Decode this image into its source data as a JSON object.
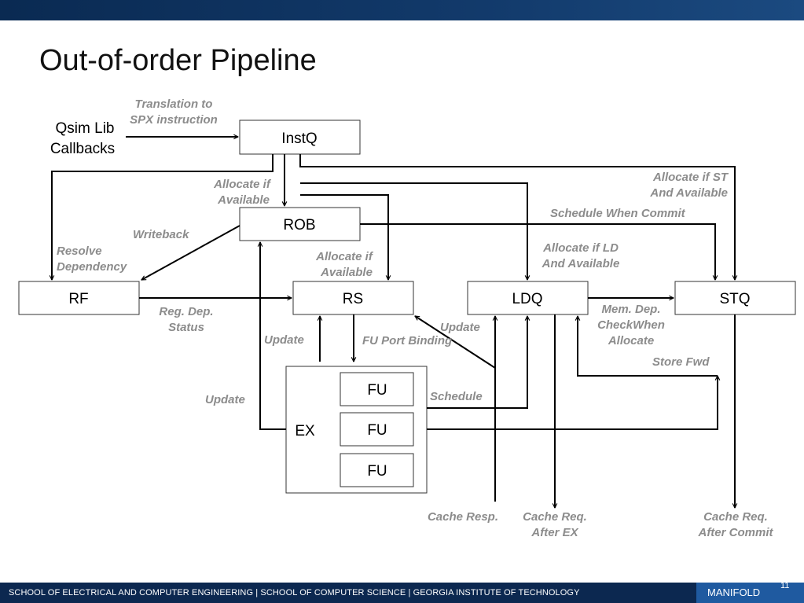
{
  "slide": {
    "title": "Out-of-order Pipeline",
    "footer": "SCHOOL OF ELECTRICAL AND COMPUTER ENGINEERING | SCHOOL OF COMPUTER SCIENCE | GEORGIA INSTITUTE OF TECHNOLOGY",
    "brand": "MANIFOLD",
    "page_number": "11"
  },
  "diagram": {
    "boxes": {
      "instq": "InstQ",
      "rob": "ROB",
      "rf": "RF",
      "rs": "RS",
      "ldq": "LDQ",
      "stq": "STQ",
      "ex": "EX",
      "fu1": "FU",
      "fu2": "FU",
      "fu3": "FU"
    },
    "source": [
      "Qsim Lib",
      "Callbacks"
    ],
    "labels": {
      "translation": [
        "Translation to",
        "SPX instruction"
      ],
      "alloc_rob": [
        "Allocate if",
        "Available"
      ],
      "alloc_st": [
        "Allocate if ST",
        "And Available"
      ],
      "sched_commit": "Schedule When Commit",
      "writeback": "Writeback",
      "resolve": [
        "Resolve",
        "Dependency"
      ],
      "alloc_rs": [
        "Allocate if",
        "Available"
      ],
      "alloc_ld": [
        "Allocate if LD",
        "And Available"
      ],
      "reg_dep": [
        "Reg. Dep.",
        "Status"
      ],
      "update_rs": "Update",
      "fu_port": "FU Port Binding",
      "update_diag": "Update",
      "mem_dep": [
        "Mem. Dep.",
        "CheckWhen",
        "Allocate"
      ],
      "store_fwd": "Store Fwd",
      "update_rob": "Update",
      "schedule": "Schedule",
      "cache_resp": "Cache Resp.",
      "cache_req_ex": [
        "Cache Req.",
        "After EX"
      ],
      "cache_req_commit": [
        "Cache Req.",
        "After Commit"
      ]
    }
  }
}
